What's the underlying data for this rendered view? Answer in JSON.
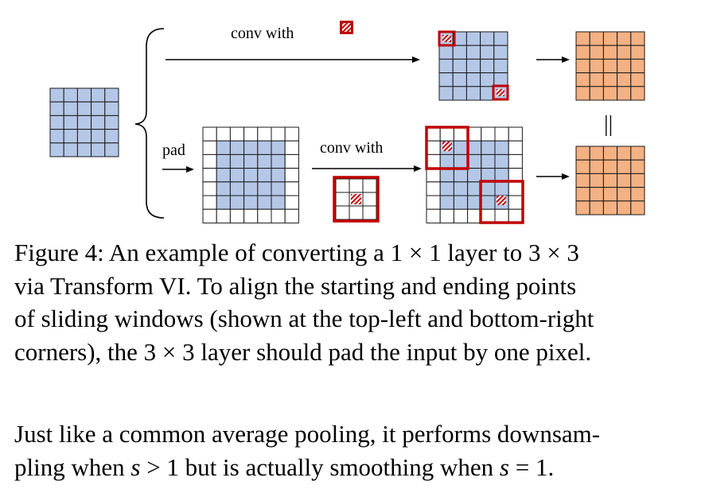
{
  "figure": {
    "top_label": "conv with",
    "pad_label": "pad",
    "bottom_label": "conv with",
    "equals_symbol": "||"
  },
  "caption": {
    "label": "Figure 4:",
    "line1": "An example of converting a 1 × 1 layer to 3 × 3",
    "line2": "via Transform VI. To align the starting and ending points",
    "line3": "of sliding windows (shown at the top-left and bottom-right",
    "line4": "corners), the 3 × 3 layer should pad the input by one pixel."
  },
  "paragraph": {
    "line1": "Just like a common average pooling, it performs downsam-",
    "line2_a": "pling when ",
    "line2_var1": "s",
    "line2_b": " > 1 but is actually smoothing when ",
    "line2_var2": "s",
    "line2_c": " = 1."
  },
  "colors": {
    "input_blue": "#b4c7e7",
    "output_orange": "#f4b183",
    "kernel_red": "#c00000",
    "padding_white": "#ffffff"
  }
}
